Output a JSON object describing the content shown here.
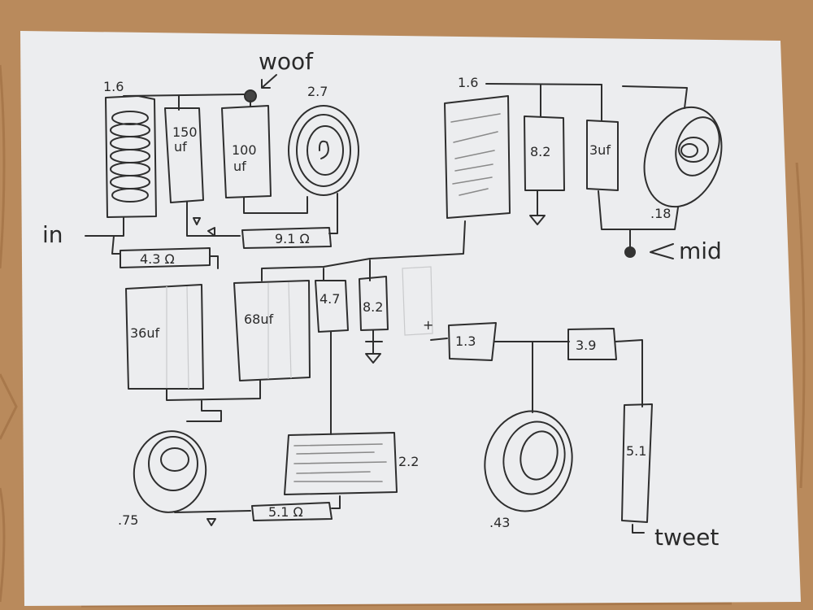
{
  "diagram": {
    "colors": {
      "wood": "#b98a5c",
      "paper": "#ecedef",
      "ink": "#2e2e2e"
    },
    "input_label": "in",
    "woofer": {
      "label": "woof",
      "inductor": "1.6",
      "cap1": "150 uf",
      "cap1_value": "150",
      "cap1_unit": "uf",
      "cap2_value": "100",
      "cap2_unit": "uf",
      "driver": "2.7",
      "resistor_series": "9.1 Ω",
      "resistor_input": "4.3 Ω"
    },
    "midrange": {
      "label": "mid",
      "inductor": "1.6",
      "resistor": "8.2",
      "cap": "3uf",
      "driver": ".18"
    },
    "middle_section": {
      "cap1": "36uf",
      "cap2": "68uf",
      "resistor1": "4.7",
      "resistor2": "8.2",
      "inductor": "2.2",
      "driver": ".75",
      "resistor_bottom": "5.1 Ω"
    },
    "tweeter": {
      "label": "tweet",
      "resistor1": "1.3",
      "resistor2": "3.9",
      "resistor3": "5.1",
      "driver": ".43",
      "plus_sign": "+"
    }
  }
}
